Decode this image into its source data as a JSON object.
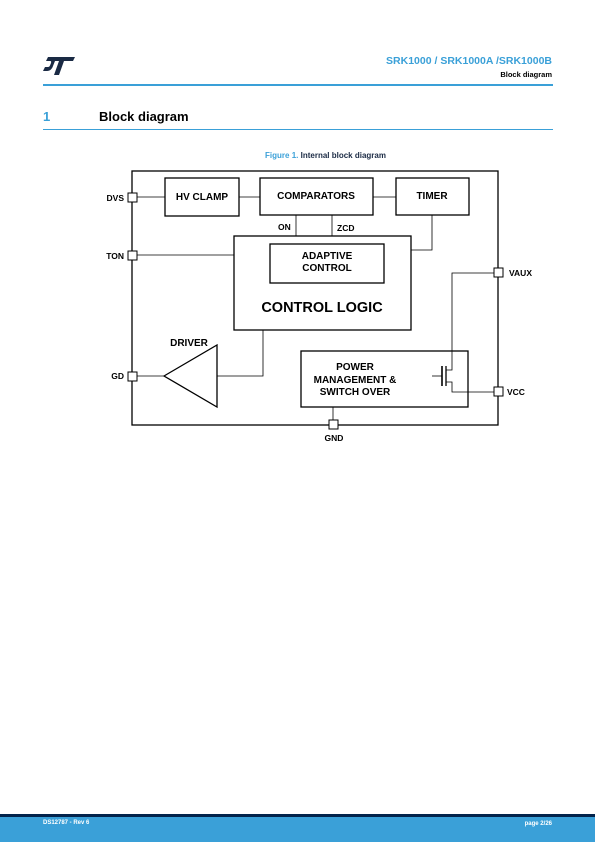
{
  "header": {
    "title": "SRK1000 / SRK1000A /SRK1000B",
    "subtitle": "Block diagram",
    "logo_icon": "st-logo-icon"
  },
  "section": {
    "number": "1",
    "title": "Block diagram"
  },
  "figure": {
    "label": "Figure 1.",
    "caption": "Internal block diagram"
  },
  "diagram": {
    "blocks": {
      "hv_clamp": "HV CLAMP",
      "comparators": "COMPARATORS",
      "timer": "TIMER",
      "adaptive_control": [
        "ADAPTIVE",
        "CONTROL"
      ],
      "control_logic": "CONTROL LOGIC",
      "power_mgmt": [
        "POWER",
        "MANAGEMENT &",
        "SWITCH OVER"
      ],
      "driver": "DRIVER"
    },
    "signals": {
      "on": "ON",
      "zcd": "ZCD"
    },
    "pins": {
      "dvs": "DVS",
      "ton": "TON",
      "gd": "GD",
      "vaux": "VAUX",
      "vcc": "VCC",
      "gnd": "GND"
    }
  },
  "footer": {
    "doc_id": "DS12787 - Rev 6",
    "page": "page 2/26"
  },
  "colors": {
    "accent": "#3aa0d8",
    "dark": "#03234b"
  }
}
